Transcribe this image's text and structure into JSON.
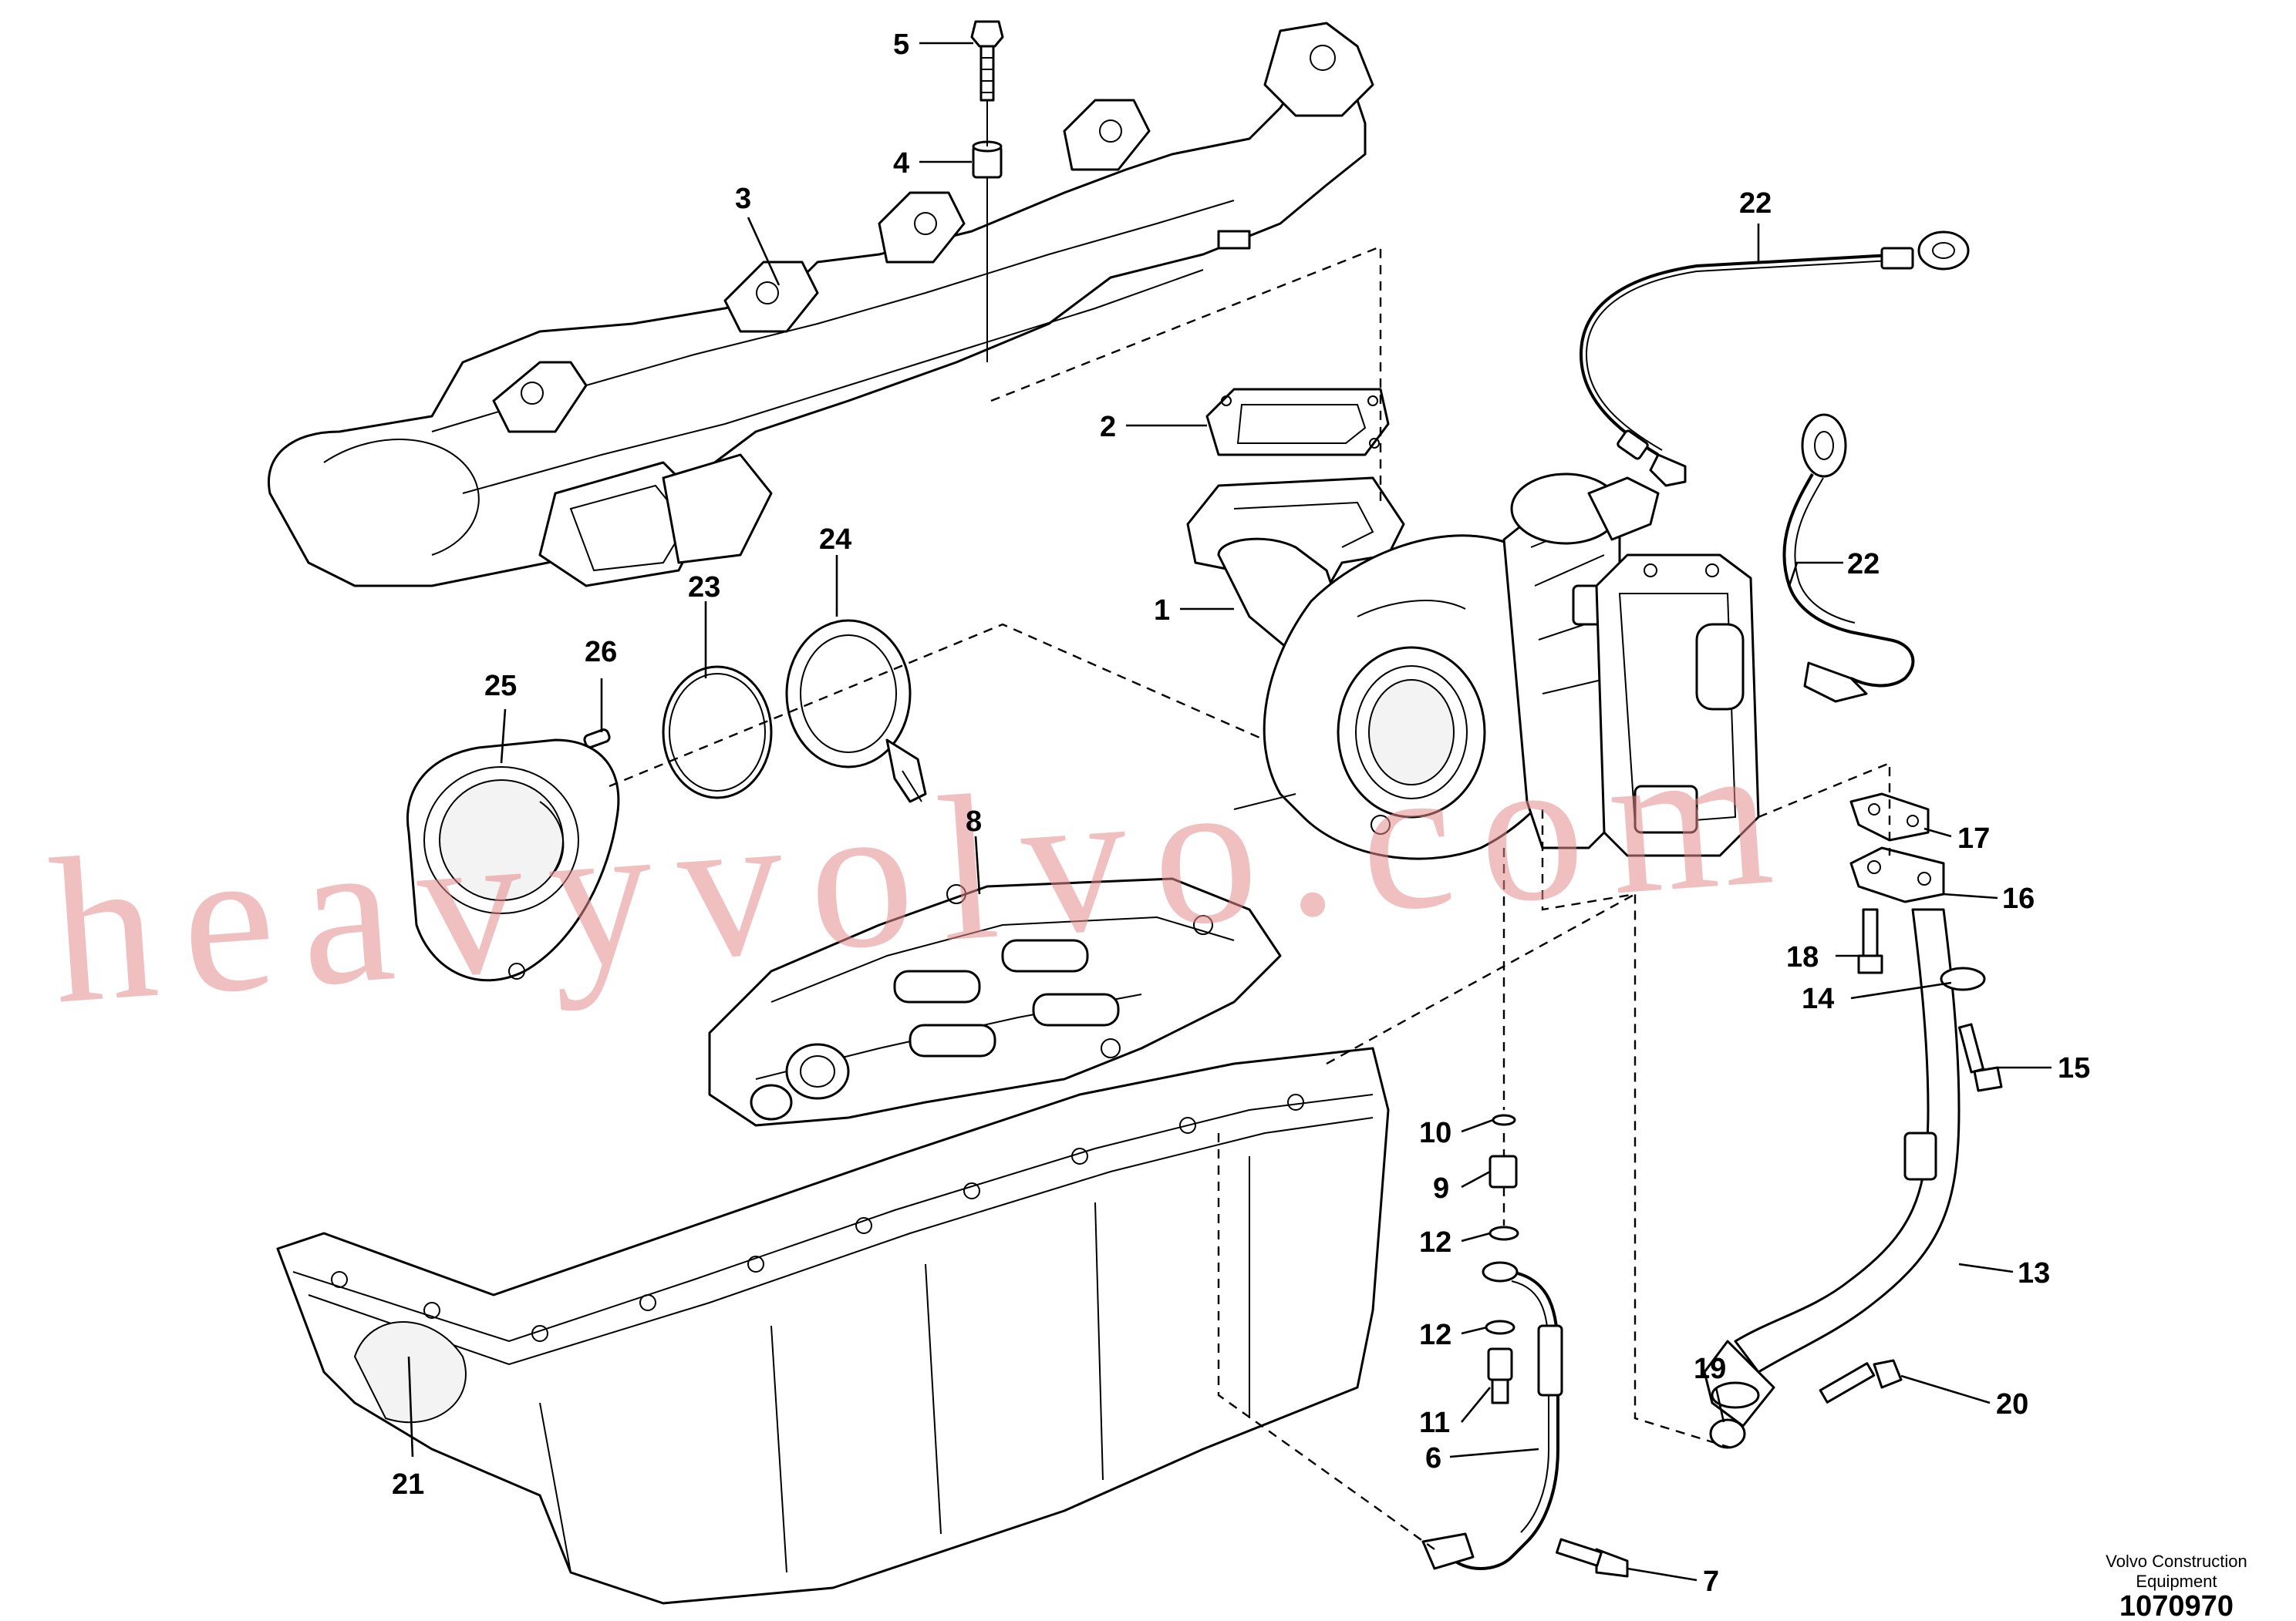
{
  "callouts": [
    {
      "id": "1",
      "label": "1"
    },
    {
      "id": "2",
      "label": "2"
    },
    {
      "id": "3",
      "label": "3"
    },
    {
      "id": "4",
      "label": "4"
    },
    {
      "id": "5",
      "label": "5"
    },
    {
      "id": "6",
      "label": "6"
    },
    {
      "id": "7",
      "label": "7"
    },
    {
      "id": "8",
      "label": "8"
    },
    {
      "id": "9",
      "label": "9"
    },
    {
      "id": "10",
      "label": "10"
    },
    {
      "id": "11",
      "label": "11"
    },
    {
      "id": "12a",
      "label": "12"
    },
    {
      "id": "12b",
      "label": "12"
    },
    {
      "id": "13",
      "label": "13"
    },
    {
      "id": "14",
      "label": "14"
    },
    {
      "id": "15",
      "label": "15"
    },
    {
      "id": "16",
      "label": "16"
    },
    {
      "id": "17",
      "label": "17"
    },
    {
      "id": "18",
      "label": "18"
    },
    {
      "id": "19",
      "label": "19"
    },
    {
      "id": "20",
      "label": "20"
    },
    {
      "id": "21",
      "label": "21"
    },
    {
      "id": "22a",
      "label": "22"
    },
    {
      "id": "22b",
      "label": "22"
    },
    {
      "id": "23",
      "label": "23"
    },
    {
      "id": "24",
      "label": "24"
    },
    {
      "id": "25",
      "label": "25"
    },
    {
      "id": "26",
      "label": "26"
    }
  ],
  "watermark": "heavyvolvo.com",
  "footer": {
    "brand_line1": "Volvo Construction",
    "brand_line2": "Equipment",
    "figure_number": "1070970"
  },
  "colors": {
    "line": "#000000",
    "background": "#ffffff",
    "watermark": "#e58b8b"
  }
}
